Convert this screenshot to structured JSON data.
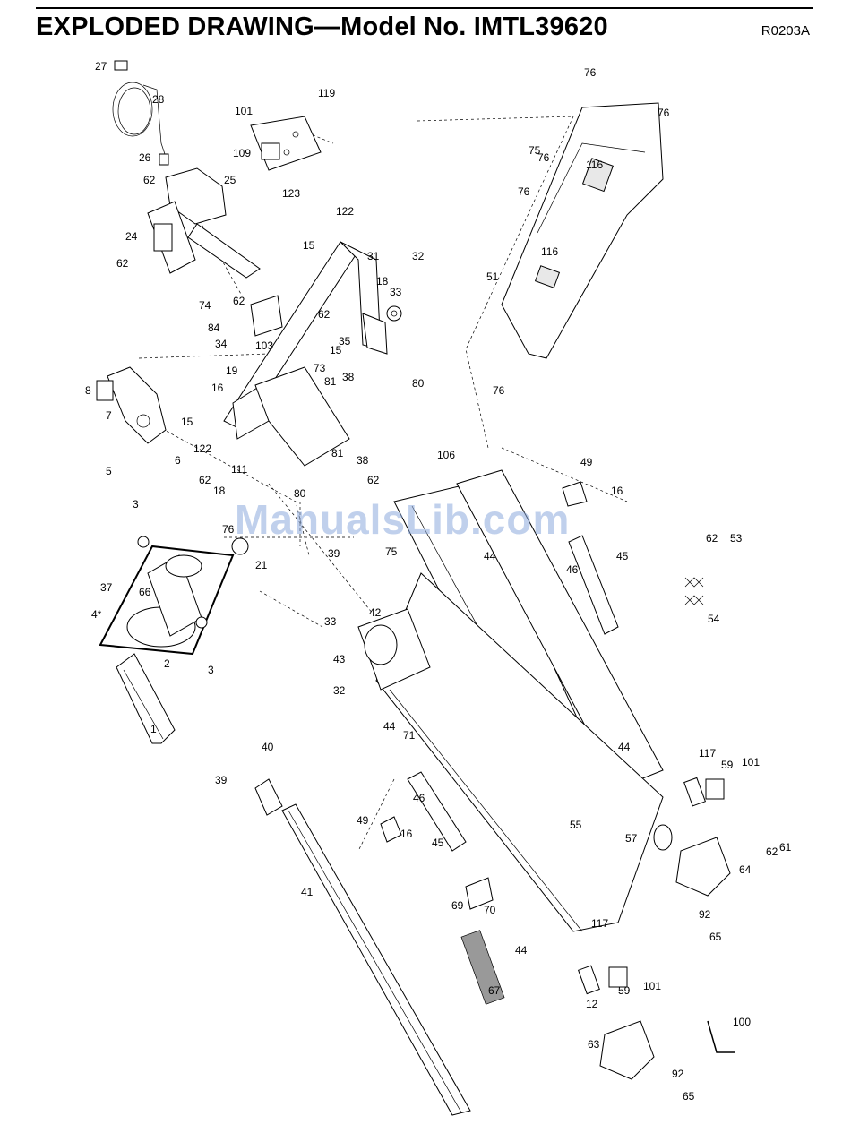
{
  "header": {
    "title": "EXPLODED DRAWING—Model No. IMTL39620",
    "code": "R0203A"
  },
  "watermark": "ManualsLib.com",
  "parts": [
    {
      "id": "p27",
      "num": "27"
    },
    {
      "id": "p28",
      "num": "28"
    },
    {
      "id": "p26",
      "num": "26"
    },
    {
      "id": "p62a",
      "num": "62"
    },
    {
      "id": "p25",
      "num": "25"
    },
    {
      "id": "p24",
      "num": "24"
    },
    {
      "id": "p62b",
      "num": "62"
    },
    {
      "id": "p101a",
      "num": "101"
    },
    {
      "id": "p119",
      "num": "119"
    },
    {
      "id": "p109",
      "num": "109"
    },
    {
      "id": "p123",
      "num": "123"
    },
    {
      "id": "p122a",
      "num": "122"
    },
    {
      "id": "p15a",
      "num": "15"
    },
    {
      "id": "p31",
      "num": "31"
    },
    {
      "id": "p32a",
      "num": "32"
    },
    {
      "id": "p18a",
      "num": "18"
    },
    {
      "id": "p33a",
      "num": "33"
    },
    {
      "id": "p62c",
      "num": "62"
    },
    {
      "id": "p74",
      "num": "74"
    },
    {
      "id": "p84",
      "num": "84"
    },
    {
      "id": "p34",
      "num": "34"
    },
    {
      "id": "p103",
      "num": "103"
    },
    {
      "id": "p62d",
      "num": "62"
    },
    {
      "id": "p35",
      "num": "35"
    },
    {
      "id": "p15b",
      "num": "15"
    },
    {
      "id": "p73",
      "num": "73"
    },
    {
      "id": "p80a",
      "num": "80"
    },
    {
      "id": "p8",
      "num": "8"
    },
    {
      "id": "p7",
      "num": "7"
    },
    {
      "id": "p16a",
      "num": "16"
    },
    {
      "id": "p19",
      "num": "19"
    },
    {
      "id": "p81a",
      "num": "81"
    },
    {
      "id": "p38a",
      "num": "38"
    },
    {
      "id": "p15c",
      "num": "15"
    },
    {
      "id": "p81b",
      "num": "81"
    },
    {
      "id": "p38b",
      "num": "38"
    },
    {
      "id": "p122b",
      "num": "122"
    },
    {
      "id": "p6",
      "num": "6"
    },
    {
      "id": "p5",
      "num": "5"
    },
    {
      "id": "p62e",
      "num": "62"
    },
    {
      "id": "p18b",
      "num": "18"
    },
    {
      "id": "p111",
      "num": "111"
    },
    {
      "id": "p80b",
      "num": "80"
    },
    {
      "id": "p62f",
      "num": "62"
    },
    {
      "id": "p106",
      "num": "106"
    },
    {
      "id": "p3a",
      "num": "3"
    },
    {
      "id": "p76a",
      "num": "76"
    },
    {
      "id": "p21",
      "num": "21"
    },
    {
      "id": "p39a",
      "num": "39"
    },
    {
      "id": "p75",
      "num": "75"
    },
    {
      "id": "p44a",
      "num": "44"
    },
    {
      "id": "p37",
      "num": "37"
    },
    {
      "id": "p66",
      "num": "66"
    },
    {
      "id": "p4",
      "num": "4*"
    },
    {
      "id": "p2",
      "num": "2"
    },
    {
      "id": "p3b",
      "num": "3"
    },
    {
      "id": "p1",
      "num": "1"
    },
    {
      "id": "p33b",
      "num": "33"
    },
    {
      "id": "p42",
      "num": "42"
    },
    {
      "id": "p43",
      "num": "43"
    },
    {
      "id": "p32b",
      "num": "32"
    },
    {
      "id": "p44b",
      "num": "44"
    },
    {
      "id": "p71",
      "num": "71"
    },
    {
      "id": "p76b",
      "num": "76"
    },
    {
      "id": "p76c",
      "num": "76"
    },
    {
      "id": "p75b",
      "num": "75"
    },
    {
      "id": "p116a",
      "num": "116"
    },
    {
      "id": "p76d",
      "num": "76"
    },
    {
      "id": "p76e",
      "num": "76"
    },
    {
      "id": "p116b",
      "num": "116"
    },
    {
      "id": "p51",
      "num": "51"
    },
    {
      "id": "p76f",
      "num": "76"
    },
    {
      "id": "p49a",
      "num": "49"
    },
    {
      "id": "p16b",
      "num": "16"
    },
    {
      "id": "p45a",
      "num": "45"
    },
    {
      "id": "p46a",
      "num": "46"
    },
    {
      "id": "p62g",
      "num": "62"
    },
    {
      "id": "p53",
      "num": "53"
    },
    {
      "id": "p54",
      "num": "54"
    },
    {
      "id": "p44c",
      "num": "44"
    },
    {
      "id": "p117a",
      "num": "117"
    },
    {
      "id": "p59a",
      "num": "59"
    },
    {
      "id": "p101b",
      "num": "101"
    },
    {
      "id": "p55",
      "num": "55"
    },
    {
      "id": "p57",
      "num": "57"
    },
    {
      "id": "p64",
      "num": "64"
    },
    {
      "id": "p62h",
      "num": "62"
    },
    {
      "id": "p61",
      "num": "61"
    },
    {
      "id": "p92a",
      "num": "92"
    },
    {
      "id": "p65a",
      "num": "65"
    },
    {
      "id": "p40",
      "num": "40"
    },
    {
      "id": "p39b",
      "num": "39"
    },
    {
      "id": "p41",
      "num": "41"
    },
    {
      "id": "p46b",
      "num": "46"
    },
    {
      "id": "p49b",
      "num": "49"
    },
    {
      "id": "p16c",
      "num": "16"
    },
    {
      "id": "p45b",
      "num": "45"
    },
    {
      "id": "p69",
      "num": "69"
    },
    {
      "id": "p70",
      "num": "70"
    },
    {
      "id": "p117b",
      "num": "117"
    },
    {
      "id": "p44d",
      "num": "44"
    },
    {
      "id": "p67",
      "num": "67"
    },
    {
      "id": "p12",
      "num": "12"
    },
    {
      "id": "p59b",
      "num": "59"
    },
    {
      "id": "p101c",
      "num": "101"
    },
    {
      "id": "p63",
      "num": "63"
    },
    {
      "id": "p92b",
      "num": "92"
    },
    {
      "id": "p65b",
      "num": "65"
    },
    {
      "id": "p100",
      "num": "100"
    }
  ]
}
